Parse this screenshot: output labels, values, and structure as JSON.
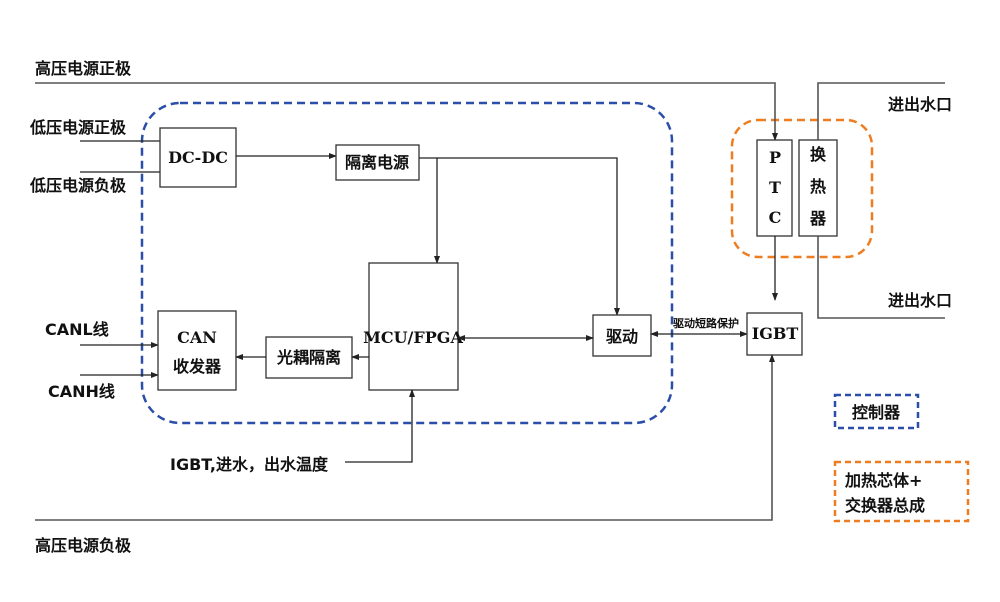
{
  "labels": {
    "hv_positive": "高压电源正极",
    "lv_positive": "低压电源正极",
    "lv_negative": "低压电源负极",
    "canl": "CANL线",
    "canh": "CANH线",
    "temp_inputs": "IGBT,进水，出水温度",
    "hv_negative": "高压电源负极",
    "water_port_top": "进出水口",
    "water_port_bottom": "进出水口",
    "drive_short_protect": "驱动短路保护"
  },
  "blocks": {
    "dcdc": "DC-DC",
    "iso_power": "隔离电源",
    "can_line1": "CAN",
    "can_line2": "收发器",
    "opto": "光耦隔离",
    "mcu": "MCU/FPGA",
    "driver": "驱动",
    "igbt": "IGBT",
    "ptc": [
      "P",
      "T",
      "C"
    ],
    "heat_exchanger": [
      "换",
      "热",
      "器"
    ]
  },
  "legend": {
    "controller": "控制器",
    "assembly_line1": "加热芯体+",
    "assembly_line2": "交换器总成"
  },
  "colors": {
    "controller": "#2b4fa8",
    "assembly": "#ee7d22"
  }
}
